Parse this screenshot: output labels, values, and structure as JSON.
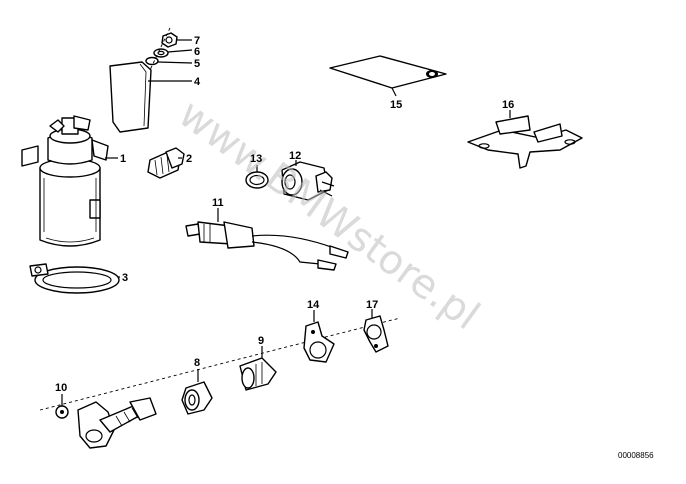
{
  "diagram": {
    "watermark": "www.BMWstore.pl",
    "reference_number": "00008856",
    "callouts": {
      "c1": "1",
      "c2": "2",
      "c3": "3",
      "c4": "4",
      "c5": "5",
      "c6": "6",
      "c7": "7",
      "c8": "8",
      "c9": "9",
      "c10": "10",
      "c11": "11",
      "c12": "12",
      "c13": "13",
      "c14": "14",
      "c15": "15",
      "c16": "16",
      "c17": "17"
    }
  }
}
